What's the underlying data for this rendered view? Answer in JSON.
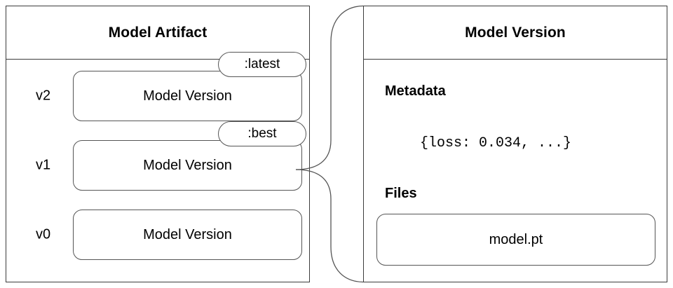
{
  "artifact": {
    "title": "Model Artifact",
    "rows": [
      {
        "version": "v2",
        "box_label": "Model Version",
        "tag": ":latest"
      },
      {
        "version": "v1",
        "box_label": "Model Version",
        "tag": ":best"
      },
      {
        "version": "v0",
        "box_label": "Model Version",
        "tag": null
      }
    ]
  },
  "version": {
    "title": "Model Version",
    "metadata_heading": "Metadata",
    "metadata_value": "{loss: 0.034, ...}",
    "files_heading": "Files",
    "files": [
      {
        "name": "model.pt"
      }
    ]
  },
  "connector": {
    "from": "v1",
    "to": "Model Version panel"
  },
  "colors": {
    "background": "#ffffff",
    "panel_border": "#3c3c3c",
    "box_border": "#555555",
    "text": "#000000"
  }
}
